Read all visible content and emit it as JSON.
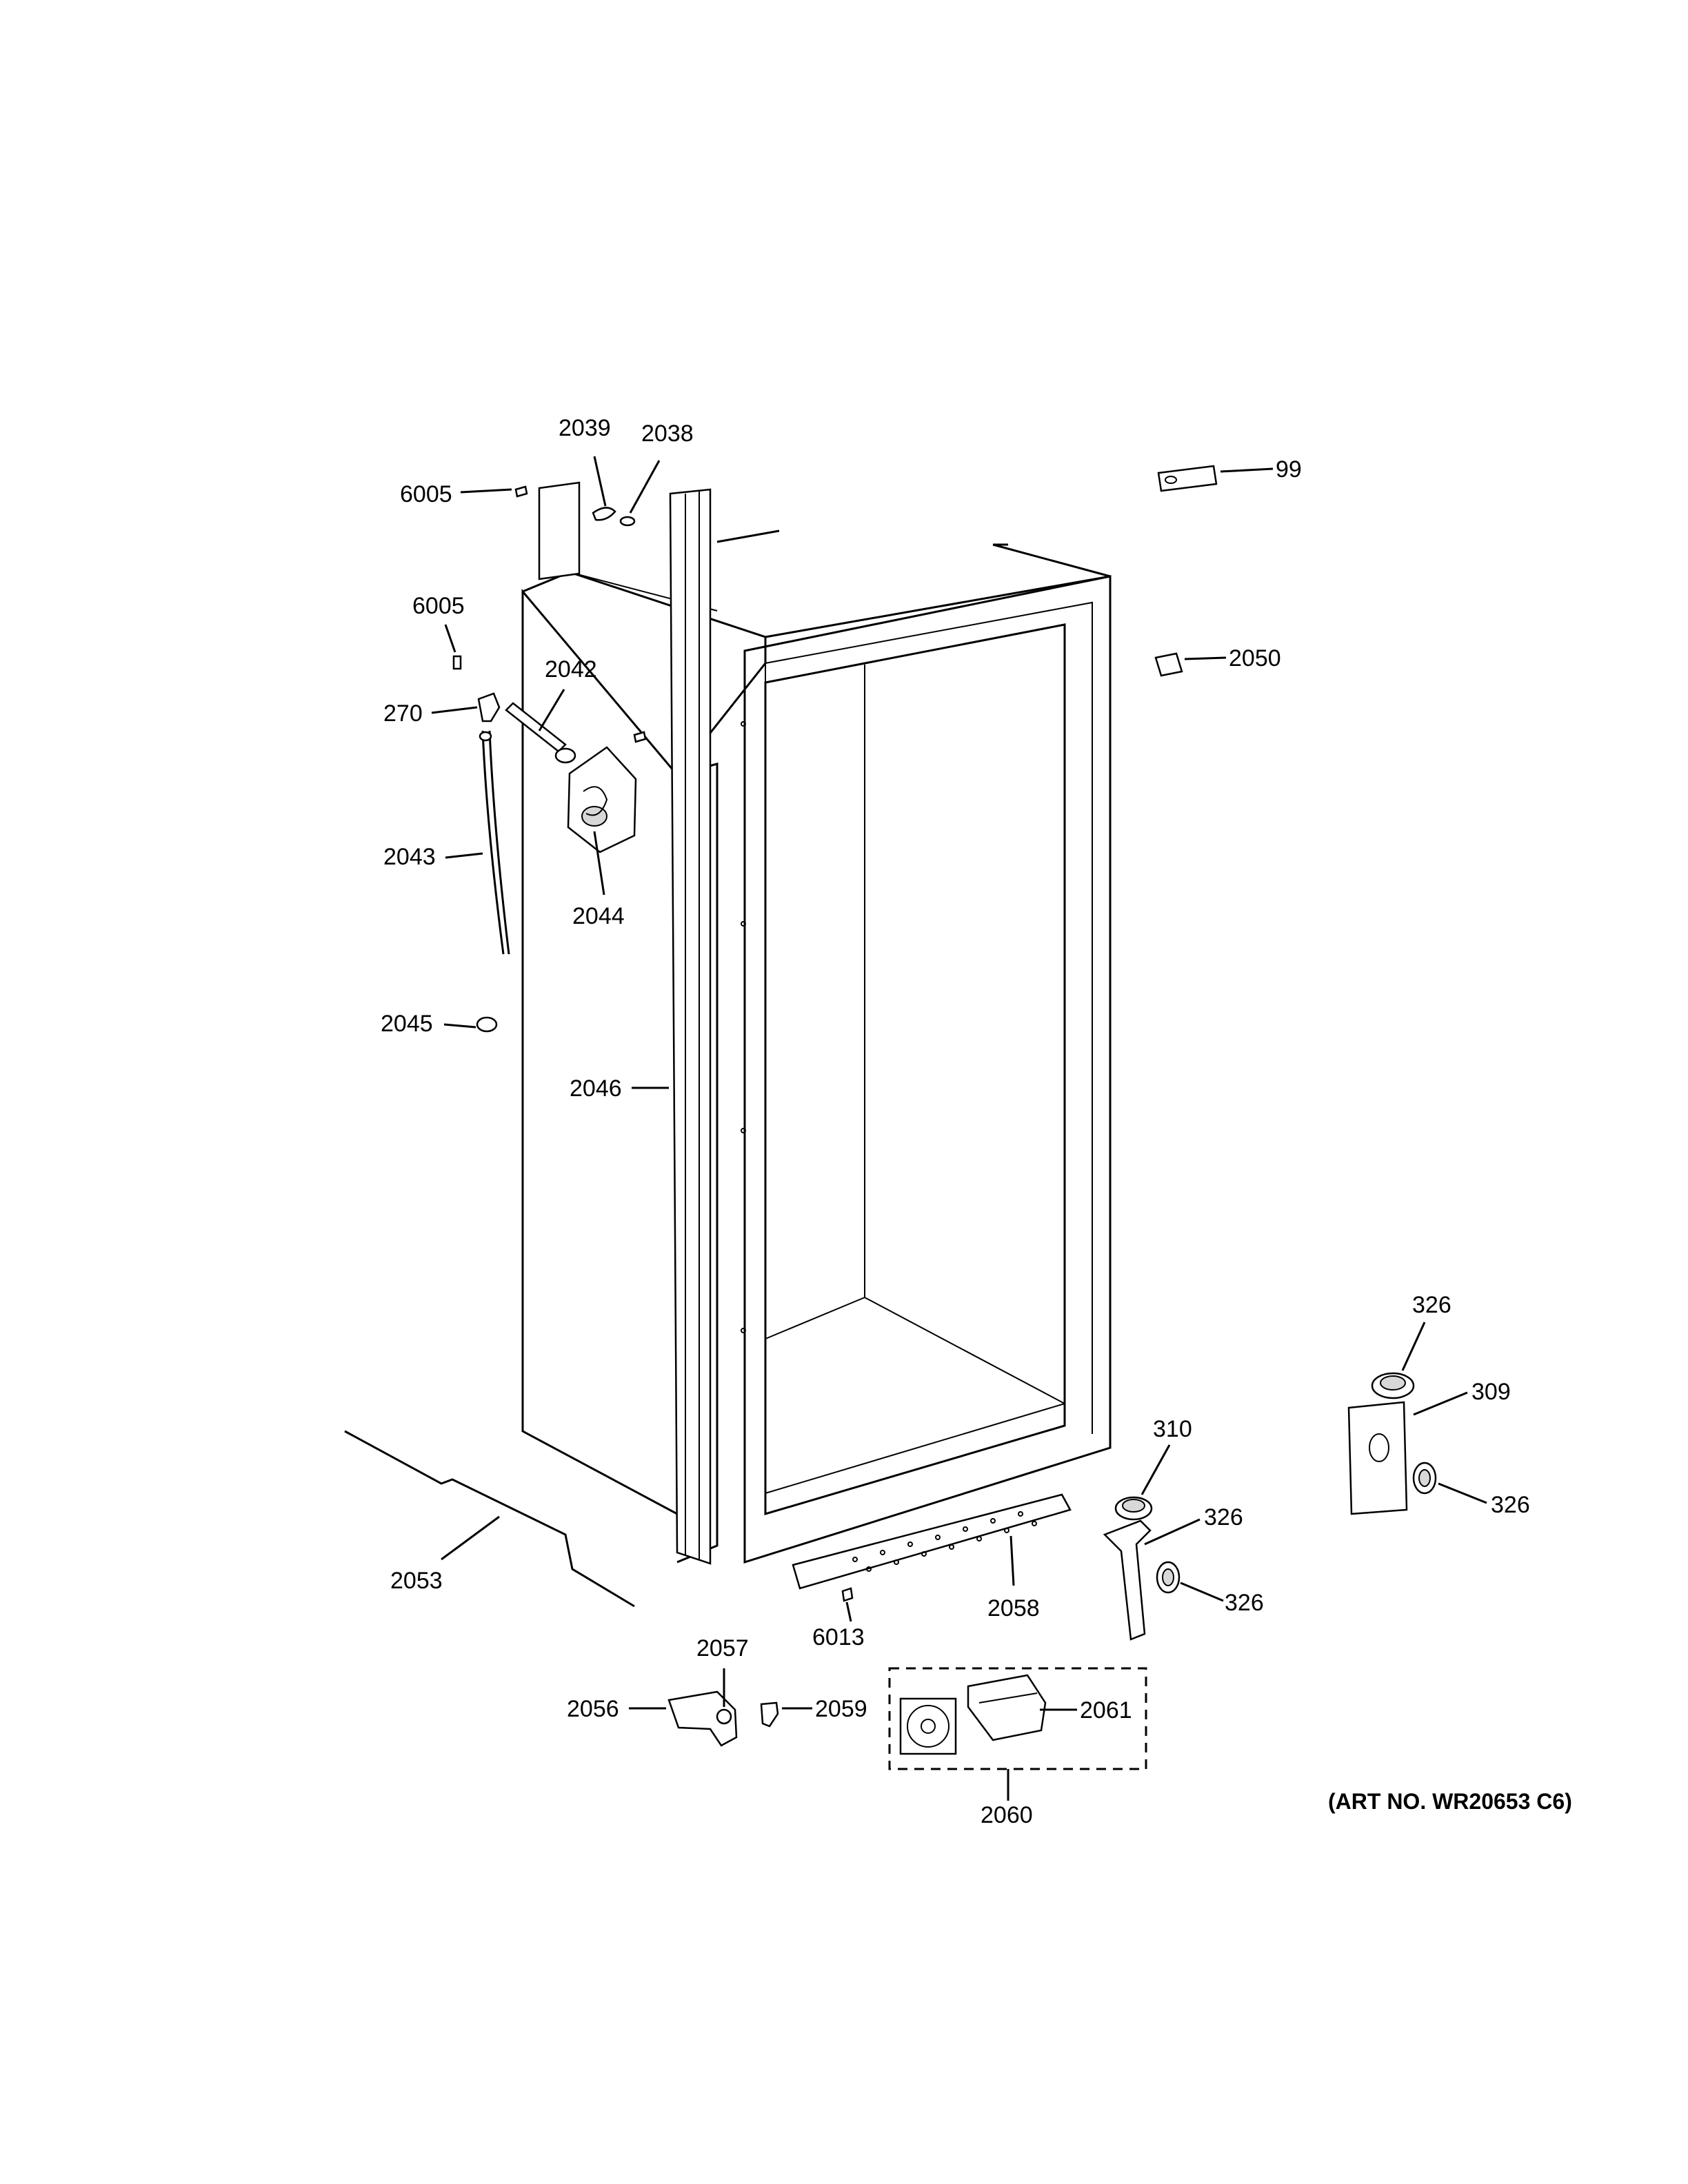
{
  "callouts": [
    {
      "id": "c2039",
      "text": "2039"
    },
    {
      "id": "c2038",
      "text": "2038"
    },
    {
      "id": "c6005a",
      "text": "6005"
    },
    {
      "id": "c99",
      "text": "99"
    },
    {
      "id": "c6005b",
      "text": "6005"
    },
    {
      "id": "c2042",
      "text": "2042"
    },
    {
      "id": "c270",
      "text": "270"
    },
    {
      "id": "c2050",
      "text": "2050"
    },
    {
      "id": "c2043",
      "text": "2043"
    },
    {
      "id": "c2044",
      "text": "2044"
    },
    {
      "id": "c2045",
      "text": "2045"
    },
    {
      "id": "c2046",
      "text": "2046"
    },
    {
      "id": "c326a",
      "text": "326"
    },
    {
      "id": "c309",
      "text": "309"
    },
    {
      "id": "c326b",
      "text": "326"
    },
    {
      "id": "c310",
      "text": "310"
    },
    {
      "id": "c326c",
      "text": "326"
    },
    {
      "id": "c326d",
      "text": "326"
    },
    {
      "id": "c2053",
      "text": "2053"
    },
    {
      "id": "c2058",
      "text": "2058"
    },
    {
      "id": "c6013",
      "text": "6013"
    },
    {
      "id": "c2057",
      "text": "2057"
    },
    {
      "id": "c2056",
      "text": "2056"
    },
    {
      "id": "c2059",
      "text": "2059"
    },
    {
      "id": "c2061",
      "text": "2061"
    },
    {
      "id": "c2060",
      "text": "2060"
    }
  ],
  "art_number": "(ART NO. WR20653 C6)"
}
